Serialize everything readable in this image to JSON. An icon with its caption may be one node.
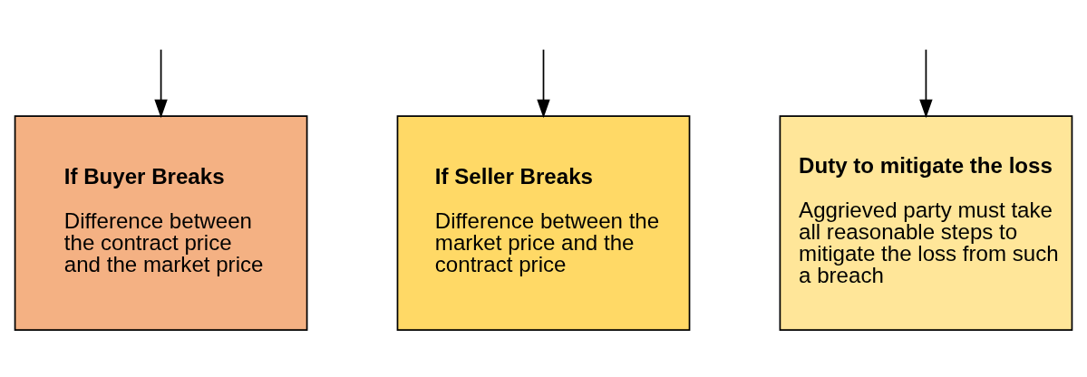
{
  "diagram": {
    "nodes": [
      {
        "text": [
          "If Buyer Breaks",
          "Difference between the contract price and the market price"
        ]
      },
      {
        "text": [
          "If Seller Breaks",
          "Difference between the market price and the contract price"
        ]
      },
      {
        "text": [
          "Duty to mitigate the loss",
          "Aggrieved party must take all reasonable steps to mitigate the loss from such a breach"
        ]
      }
    ],
    "edges": [
      {
        "from": null,
        "to": 0,
        "arrow": "to"
      },
      {
        "from": null,
        "to": 1,
        "arrow": "to"
      },
      {
        "from": null,
        "to": 2,
        "arrow": "to"
      }
    ]
  }
}
